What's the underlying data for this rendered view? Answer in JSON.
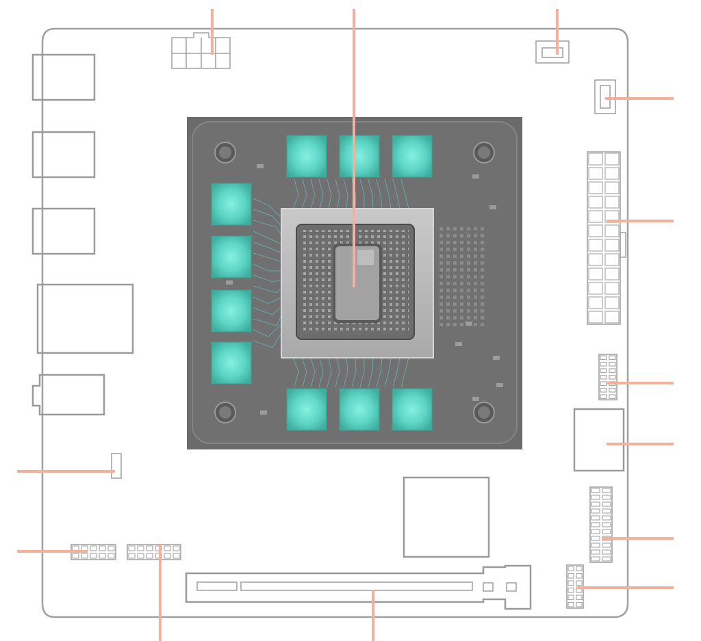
{
  "diagram": {
    "title": "",
    "colors": {
      "board_outline": "#9a9a9a",
      "callout_line": "#f4b09a",
      "soc_substrate": "#6e6e6e",
      "memory_chip": "#5fd6c6",
      "die": "#9d9d9d"
    },
    "components": [
      {
        "id": "rear-io-usb-stack-1",
        "label": ""
      },
      {
        "id": "rear-io-usb-stack-2",
        "label": ""
      },
      {
        "id": "rear-io-usb-stack-3",
        "label": ""
      },
      {
        "id": "rear-io-ethernet",
        "label": ""
      },
      {
        "id": "rear-io-audio-jack",
        "label": ""
      },
      {
        "id": "cpu-power-8pin",
        "label": ""
      },
      {
        "id": "cpu-fan-header",
        "label": ""
      },
      {
        "id": "sys-fan-header",
        "label": ""
      },
      {
        "id": "atx-24pin",
        "label": ""
      },
      {
        "id": "usb3-header",
        "label": ""
      },
      {
        "id": "chipset",
        "label": ""
      },
      {
        "id": "front-panel-header",
        "label": ""
      },
      {
        "id": "usb2-header",
        "label": ""
      },
      {
        "id": "pcie-x16-slot",
        "label": ""
      },
      {
        "id": "soc-apu",
        "label": ""
      },
      {
        "id": "gddr-memory",
        "label": ""
      }
    ],
    "callouts": [
      {
        "target": "cpu-power-8pin",
        "label": ""
      },
      {
        "target": "soc-apu",
        "label": ""
      },
      {
        "target": "cpu-fan-header",
        "label": ""
      },
      {
        "target": "sys-fan-header",
        "label": ""
      },
      {
        "target": "atx-24pin",
        "label": ""
      },
      {
        "target": "usb3-header-right",
        "label": ""
      },
      {
        "target": "chipset",
        "label": ""
      },
      {
        "target": "front-panel-header",
        "label": ""
      },
      {
        "target": "usb2-header-right",
        "label": ""
      },
      {
        "target": "small-header-left",
        "label": ""
      },
      {
        "target": "audio-header",
        "label": ""
      },
      {
        "target": "usb2-header-bottom",
        "label": ""
      },
      {
        "target": "pcie-x16-slot",
        "label": ""
      }
    ]
  }
}
